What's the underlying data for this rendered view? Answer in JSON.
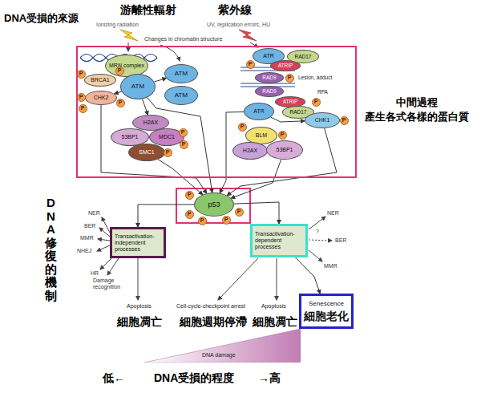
{
  "diagram": {
    "nodes": [
      {
        "text": [
          "中間過程 產生各式各樣的蛋白質"
        ]
      },
      {
        "text": [
          "MRN complex"
        ],
        "in": 0
      },
      {
        "text": [
          "BRCA1"
        ],
        "in": 0
      },
      {
        "text": [
          "ATM"
        ],
        "in": 0
      },
      {
        "text": [
          "CHK2"
        ],
        "in": 0
      },
      {
        "text": [
          "ATM"
        ],
        "in": 0
      },
      {
        "text": [
          "ATM"
        ],
        "in": 0
      },
      {
        "text": [
          "H2AX"
        ],
        "in": 0
      },
      {
        "text": [
          "53BP1"
        ],
        "in": 0
      },
      {
        "text": [
          "MDC1"
        ],
        "in": 0
      },
      {
        "text": [
          "SMC1"
        ],
        "in": 0
      },
      {
        "text": [
          "ATR"
        ],
        "in": 0
      },
      {
        "text": [
          "ATRIP"
        ],
        "in": 0
      },
      {
        "text": [
          "RAD17"
        ],
        "in": 0
      },
      {
        "text": [
          "RAD9"
        ],
        "in": 0
      },
      {
        "text": [
          "RAD9"
        ],
        "in": 0
      },
      {
        "text": [
          "ATRIP"
        ],
        "in": 0
      },
      {
        "text": [
          "RAD17"
        ],
        "in": 0
      },
      {
        "text": [
          "ATR"
        ],
        "in": 0
      },
      {
        "text": [
          "CHK1"
        ],
        "in": 0
      },
      {
        "text": [
          "BLM"
        ],
        "in": 0
      },
      {
        "text": [
          "H2AX"
        ],
        "in": 0
      },
      {
        "text": [
          "53BP1"
        ],
        "in": 0
      },
      {
        "text": [
          "P"
        ],
        "in": 0
      },
      {
        "text": [
          "P"
        ],
        "in": 0
      },
      {
        "text": [
          "P"
        ],
        "in": 0
      },
      {
        "text": [
          "P"
        ],
        "in": 0
      },
      {
        "text": [
          "P"
        ],
        "in": 0
      },
      {
        "text": [
          "P"
        ],
        "in": 0
      },
      {
        "text": [
          "P"
        ],
        "in": 0
      },
      {
        "text": [
          "P"
        ],
        "in": 0
      },
      {
        "text": [
          "P"
        ],
        "in": 0
      },
      {
        "text": [
          "P"
        ],
        "in": 0
      },
      {
        "text": [
          "P"
        ],
        "in": 0
      },
      {
        "text": [
          "P"
        ],
        "in": 0
      },
      {
        "text": [
          "P"
        ],
        "in": 0
      },
      {
        "text": [
          "P"
        ],
        "in": 0
      },
      {
        "text": [
          "p53"
        ]
      },
      {
        "text": [
          "P"
        ]
      },
      {
        "text": [
          "P"
        ]
      },
      {
        "text": [
          "P"
        ]
      },
      {
        "text": [
          "P"
        ]
      },
      {
        "text": [
          "P"
        ]
      },
      {
        "text": [
          "Transactivation-independent processes"
        ]
      },
      {
        "text": [
          "Transactivation-dependent processes"
        ]
      },
      {
        "text": [
          "Senescence",
          "細胞老化"
        ]
      },
      {
        "text": [
          "DNA damage"
        ]
      }
    ],
    "edges": [
      {
        "from": 3,
        "to": 5,
        "arrow": "to"
      },
      {
        "from": 3,
        "to": 4,
        "arrow": "to"
      },
      {
        "from": 3,
        "to": 7,
        "arrow": "to"
      },
      {
        "from": 4,
        "to": 37,
        "arrow": "to"
      },
      {
        "from": 3,
        "to": 37,
        "arrow": "to"
      },
      {
        "from": 10,
        "to": 37,
        "arrow": "to"
      },
      {
        "from": 18,
        "to": 19,
        "arrow": "to"
      },
      {
        "from": 18,
        "to": 37,
        "arrow": "to"
      },
      {
        "from": 22,
        "to": 37,
        "arrow": "to"
      },
      {
        "from": 19,
        "to": 37,
        "arrow": "to"
      },
      {
        "from": 37,
        "to": 43,
        "arrow": "to"
      },
      {
        "from": 37,
        "to": 44,
        "arrow": "to"
      },
      {
        "from": 44,
        "to": 45,
        "arrow": "to"
      }
    ],
    "labels": [
      "DNA受損的來源",
      "游離性輻射",
      "Ionizing radiation",
      "紫外線",
      "UV, replication errors, HU",
      "Changes in chromatin structure",
      "Lesion, adduct",
      "RPA",
      "DNA修復的機制",
      "NER",
      "BER",
      "MMR",
      "NHEJ",
      "HR",
      "Damage recognition",
      "Apoptosis",
      "細胞凋亡",
      "NER",
      "?",
      "BER",
      "MMR",
      "Cell-cycle-checkpoint arrest",
      "Apoptosis",
      "細胞週期停滯",
      "細胞凋亡",
      "低←",
      "DNA受損的程度",
      "→高"
    ]
  }
}
